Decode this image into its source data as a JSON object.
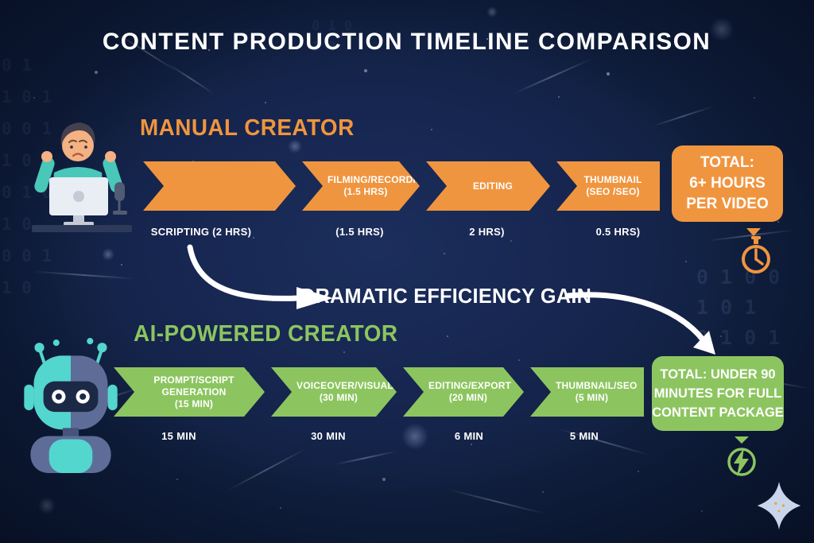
{
  "title": "CONTENT PRODUCTION TIMELINE COMPARISON",
  "efficiency_note": "DRAMATIC EFFICIENCY GAIN",
  "manual": {
    "heading": "MANUAL CREATOR",
    "steps": [
      {
        "line1": "",
        "line2": "",
        "below": "SCRIPTING (2 HRS)"
      },
      {
        "line1": "FILMING/RECORDING",
        "line2": "(1.5 HRS)",
        "below": "(1.5 HRS)"
      },
      {
        "line1": "EDITING",
        "line2": "",
        "below": "2 HRS)"
      },
      {
        "line1": "THUMBNAIL",
        "line2": "(SEO /SEO)",
        "below": "0.5 HRS)"
      }
    ],
    "total": {
      "line1": "TOTAL:",
      "line2": "6+ HOURS",
      "line3": "PER VIDEO"
    },
    "total_icon": "stopwatch-icon"
  },
  "ai": {
    "heading": "AI-POWERED CREATOR",
    "steps": [
      {
        "line1": "PROMPT/SCRIPT GENERATION",
        "line2": "(15 MIN)",
        "below": "15 MIN"
      },
      {
        "line1": "VOICEOVER/VISUALS",
        "line2": "(30 MIN)",
        "below": "30 MIN"
      },
      {
        "line1": "EDITING/EXPORT",
        "line2": "(20 MIN)",
        "below": "6 MIN"
      },
      {
        "line1": "THUMBNAIL/SEO",
        "line2": "(5 MIN)",
        "below": "5 MIN"
      }
    ],
    "total": {
      "line1": "TOTAL: UNDER 90",
      "line2": "MINUTES FOR FULL",
      "line3": "CONTENT PACKAGE"
    },
    "total_icon": "lightning-bolt-icon"
  },
  "decor": {
    "binary_left": "0 1\n1 0 1\n0 0 1\n1 0\n0 1 0\n1 0\n0 0 1\n1 0",
    "binary_right": "0 1 0 0\n1 0 1\n0 1 0 1\n1 0 0",
    "binary_top": "0 1 0\n1 0",
    "illustrations": [
      "stressed-creator-illustration",
      "robot-illustration",
      "sparkle-icon"
    ]
  },
  "colors": {
    "orange": "#F0953F",
    "green": "#8CC55F",
    "background_navy": "#13234A",
    "text_white": "#FFFFFF"
  }
}
